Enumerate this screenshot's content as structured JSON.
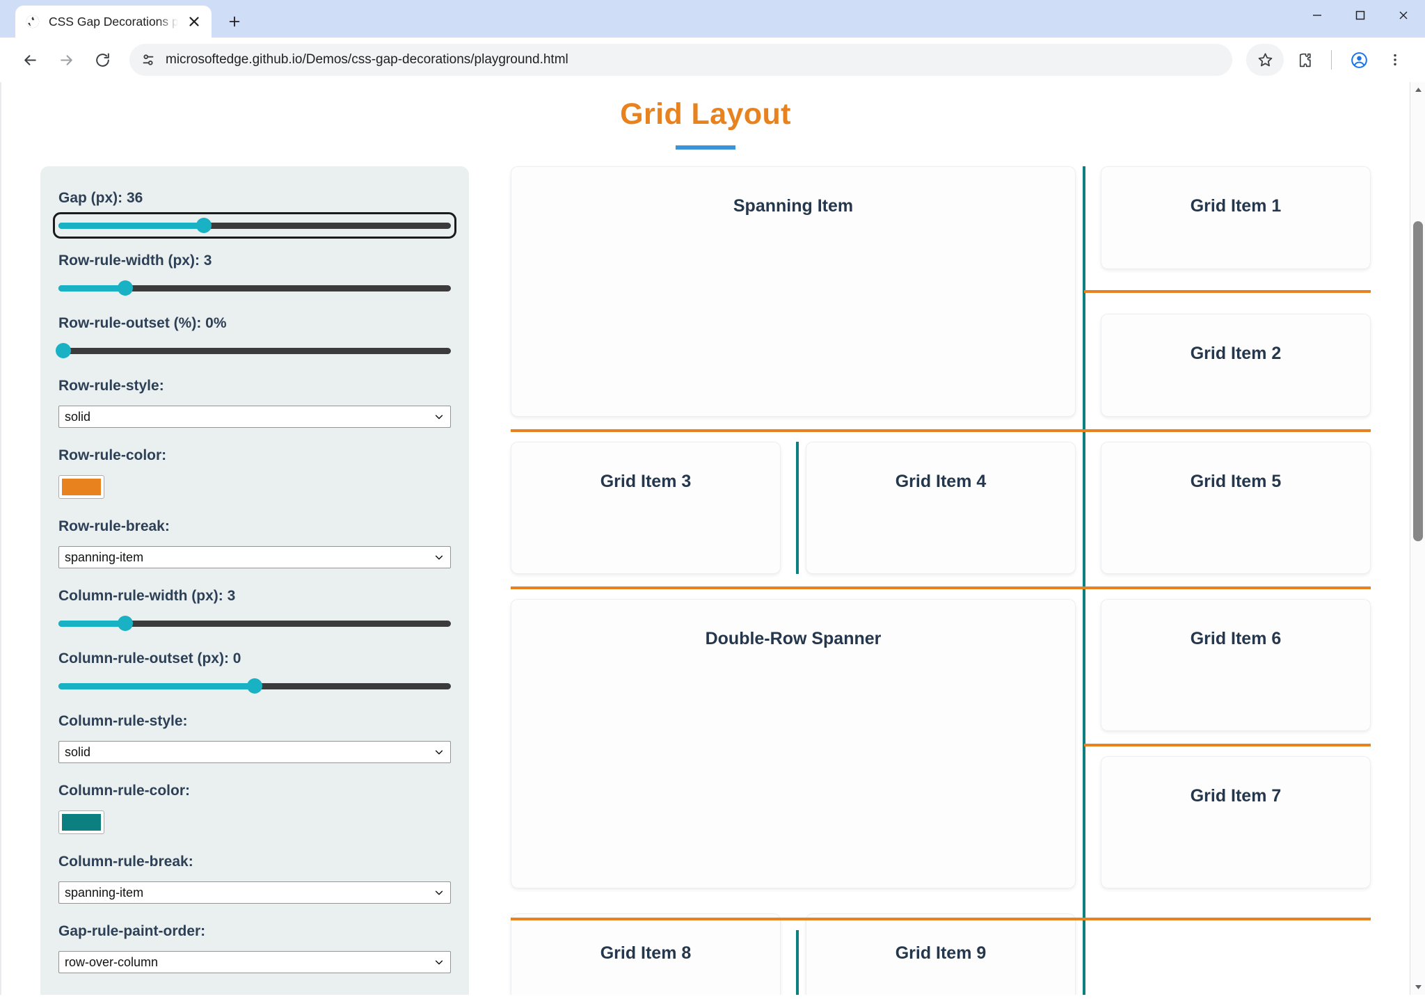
{
  "browser": {
    "tab": {
      "title": "CSS Gap Decorations playground",
      "favicon_icon": "globe-icon",
      "close_icon": "close-icon"
    },
    "newtab_icon": "plus-icon",
    "window_controls": {
      "minimize_icon": "minimize-icon",
      "maximize_icon": "maximize-icon",
      "close_icon": "window-close-icon"
    },
    "toolbar": {
      "back_icon": "back-arrow-icon",
      "forward_icon": "forward-arrow-icon",
      "reload_icon": "reload-icon",
      "site_info_icon": "site-settings-icon",
      "url": "microsoftedge.github.io/Demos/css-gap-decorations/playground.html",
      "bookmark_icon": "star-icon",
      "extensions_icon": "puzzle-piece-icon",
      "profile_icon": "account-avatar-icon",
      "menu_icon": "three-dot-menu-icon"
    }
  },
  "page": {
    "title": "Grid Layout",
    "accent_title_color": "#e8821e",
    "accent_rule_color": "#3b93d8"
  },
  "controls": [
    {
      "id": "gap",
      "label": "Gap (px): 36",
      "type": "slider",
      "value": 36,
      "percent": 37,
      "focused": true
    },
    {
      "id": "row-rule-width",
      "label": "Row-rule-width (px): 3",
      "type": "slider",
      "value": 3,
      "percent": 17,
      "focused": false
    },
    {
      "id": "row-rule-outset",
      "label": "Row-rule-outset (%): 0%",
      "type": "slider",
      "value": 0,
      "percent": 0,
      "focused": false
    },
    {
      "id": "row-rule-style",
      "label": "Row-rule-style:",
      "type": "select",
      "value": "solid"
    },
    {
      "id": "row-rule-color",
      "label": "Row-rule-color:",
      "type": "color",
      "value": "#e8821e"
    },
    {
      "id": "row-rule-break",
      "label": "Row-rule-break:",
      "type": "select",
      "value": "spanning-item"
    },
    {
      "id": "column-rule-width",
      "label": "Column-rule-width (px): 3",
      "type": "slider",
      "value": 3,
      "percent": 17,
      "focused": false
    },
    {
      "id": "column-rule-outset",
      "label": "Column-rule-outset (px): 0",
      "type": "slider",
      "value": 0,
      "percent": 50,
      "focused": false
    },
    {
      "id": "column-rule-style",
      "label": "Column-rule-style:",
      "type": "select",
      "value": "solid"
    },
    {
      "id": "column-rule-color",
      "label": "Column-rule-color:",
      "type": "color",
      "value": "#0c7f80"
    },
    {
      "id": "column-rule-break",
      "label": "Column-rule-break:",
      "type": "select",
      "value": "spanning-item"
    },
    {
      "id": "gap-rule-paint-order",
      "label": "Gap-rule-paint-order:",
      "type": "select",
      "value": "row-over-column"
    }
  ],
  "grid": {
    "row_rule_color": "#e8821e",
    "column_rule_color": "#0c7f80",
    "items": [
      {
        "key": "span2",
        "label": "Spanning Item"
      },
      {
        "key": "item1",
        "label": "Grid Item 1"
      },
      {
        "key": "item2",
        "label": "Grid Item 2"
      },
      {
        "key": "item3",
        "label": "Grid Item 3"
      },
      {
        "key": "item4",
        "label": "Grid Item 4"
      },
      {
        "key": "item5",
        "label": "Grid Item 5"
      },
      {
        "key": "dblspan",
        "label": "Double-Row Spanner"
      },
      {
        "key": "item6",
        "label": "Grid Item 6"
      },
      {
        "key": "item7",
        "label": "Grid Item 7"
      },
      {
        "key": "item8",
        "label": "Grid Item 8"
      },
      {
        "key": "item9",
        "label": "Grid Item 9"
      }
    ]
  },
  "scrollbar": {
    "up_arrow_icon": "scroll-up-arrow-icon",
    "down_arrow_icon": "scroll-down-arrow-icon"
  }
}
